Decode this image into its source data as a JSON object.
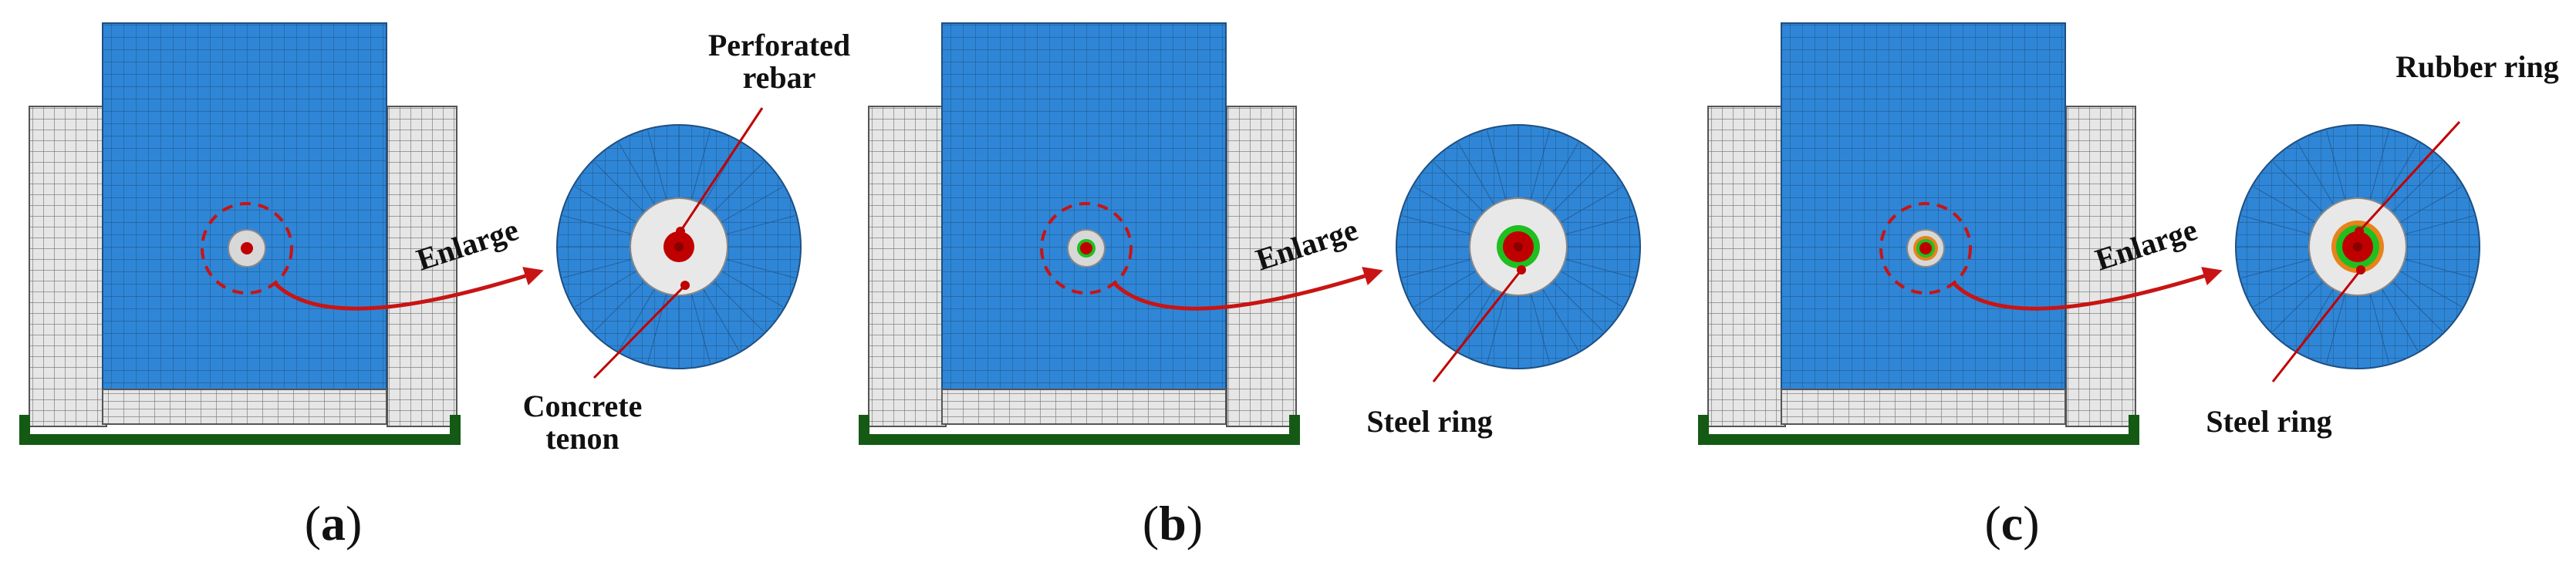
{
  "colors": {
    "blue": "#2f86d6",
    "grey": "#e6e6e6",
    "grid_dark": "#1e4f82",
    "grid_grey": "#707070",
    "base_green": "#145a14",
    "arrow_red": "#c81414",
    "rebar_red": "#c00000",
    "steel_green": "#1fbf1f",
    "rubber_orange": "#e8821a"
  },
  "panels": [
    {
      "id": "a",
      "caption_open": "(",
      "caption_letter": "a",
      "caption_close": ")",
      "enlarge_label": "Enlarge",
      "annotations": [
        {
          "key": "top",
          "lines": [
            "Perforated",
            "rebar"
          ]
        },
        {
          "key": "bottom",
          "lines": [
            "Concrete",
            "tenon"
          ]
        }
      ]
    },
    {
      "id": "b",
      "caption_open": "(",
      "caption_letter": "b",
      "caption_close": ")",
      "enlarge_label": "Enlarge",
      "annotations": [
        {
          "key": "bottom",
          "lines": [
            "Steel ring"
          ]
        }
      ]
    },
    {
      "id": "c",
      "caption_open": "(",
      "caption_letter": "c",
      "caption_close": ")",
      "enlarge_label": "Enlarge",
      "annotations": [
        {
          "key": "top",
          "lines": [
            "Rubber ring"
          ]
        },
        {
          "key": "bottom",
          "lines": [
            "Steel ring"
          ]
        }
      ]
    }
  ]
}
